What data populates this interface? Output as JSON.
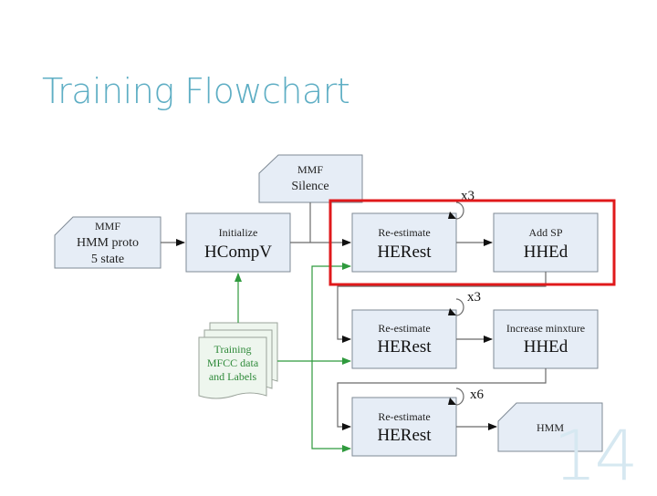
{
  "slide": {
    "title": "Training Flowchart",
    "page_number": "14"
  },
  "nodes": {
    "mmf_silence": {
      "line1": "MMF",
      "line2": "Silence"
    },
    "mmf_proto": {
      "line1": "MMF",
      "line2": "HMM proto",
      "line3": "5 state"
    },
    "initialize": {
      "label": "Initialize",
      "tool": "HCompV"
    },
    "reestimate_1": {
      "label": "Re-estimate",
      "tool": "HERest"
    },
    "add_sp": {
      "label": "Add SP",
      "tool": "HHEd"
    },
    "reestimate_2": {
      "label": "Re-estimate",
      "tool": "HERest"
    },
    "increase_mixture": {
      "label": "Increase minxture",
      "tool": "HHEd"
    },
    "reestimate_3": {
      "label": "Re-estimate",
      "tool": "HERest"
    },
    "hmm_output": {
      "label": "HMM"
    },
    "training_data": {
      "line1": "Training",
      "line2": "MFCC data",
      "line3": "and Labels"
    }
  },
  "loops": {
    "loop_1": "x3",
    "loop_2": "x3",
    "loop_3": "x6"
  },
  "colors": {
    "title": "#5eaec4",
    "box_fill": "#e6edf6",
    "data_flow": "#2f9a3d",
    "highlight": "#e0191b"
  }
}
